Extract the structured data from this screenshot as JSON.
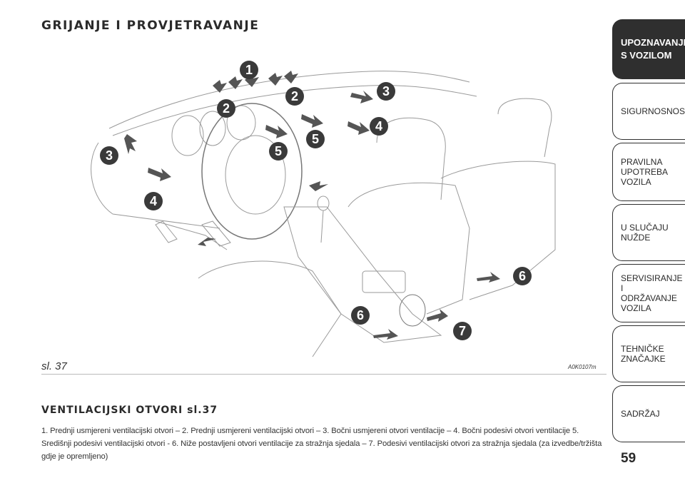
{
  "page": {
    "section_title": "GRIJANJE I PROVJETRAVANJE",
    "figure_label": "sl. 37",
    "figure_code": "A0K0107m",
    "subtitle": "VENTILACIJSKI OTVORI sl.37",
    "description": "1. Prednji usmjereni ventilacijski otvori – 2. Prednji usmjereni ventilacijski otvori – 3. Bočni usmjereni otvori ventilacije – 4. Bočni podesivi otvori ventilacije 5. Središnji podesivi ventilacijski otvori - 6. Niže postavljeni otvori ventilacije za stražnja sjedala – 7. Podesivi ventilacijski otvori za stražnja sjedala (za izvedbe/tržišta gdje je opremljeno)",
    "page_number": "59"
  },
  "callouts": [
    "1",
    "2",
    "2",
    "3",
    "3",
    "4",
    "4",
    "5",
    "5",
    "6",
    "6",
    "7"
  ],
  "tabs": [
    {
      "label": "UPOZNAVANJE\nS VOZILOM",
      "active": true
    },
    {
      "label": "SIGURNOSNOST",
      "active": false
    },
    {
      "label": "PRAVILNA\nUPOTREBA\nVOZILA",
      "active": false
    },
    {
      "label": "U SLUČAJU\nNUŽDE",
      "active": false
    },
    {
      "label": "SERVISIRANJE I\nODRŽAVANJE\nVOZILA",
      "active": false
    },
    {
      "label": "TEHNIČKE\nZNAČAJKE",
      "active": false
    },
    {
      "label": "SADRŽAJ",
      "active": false
    }
  ],
  "colors": {
    "accent": "#2f2f2f",
    "callout": "#3a3a3a"
  }
}
